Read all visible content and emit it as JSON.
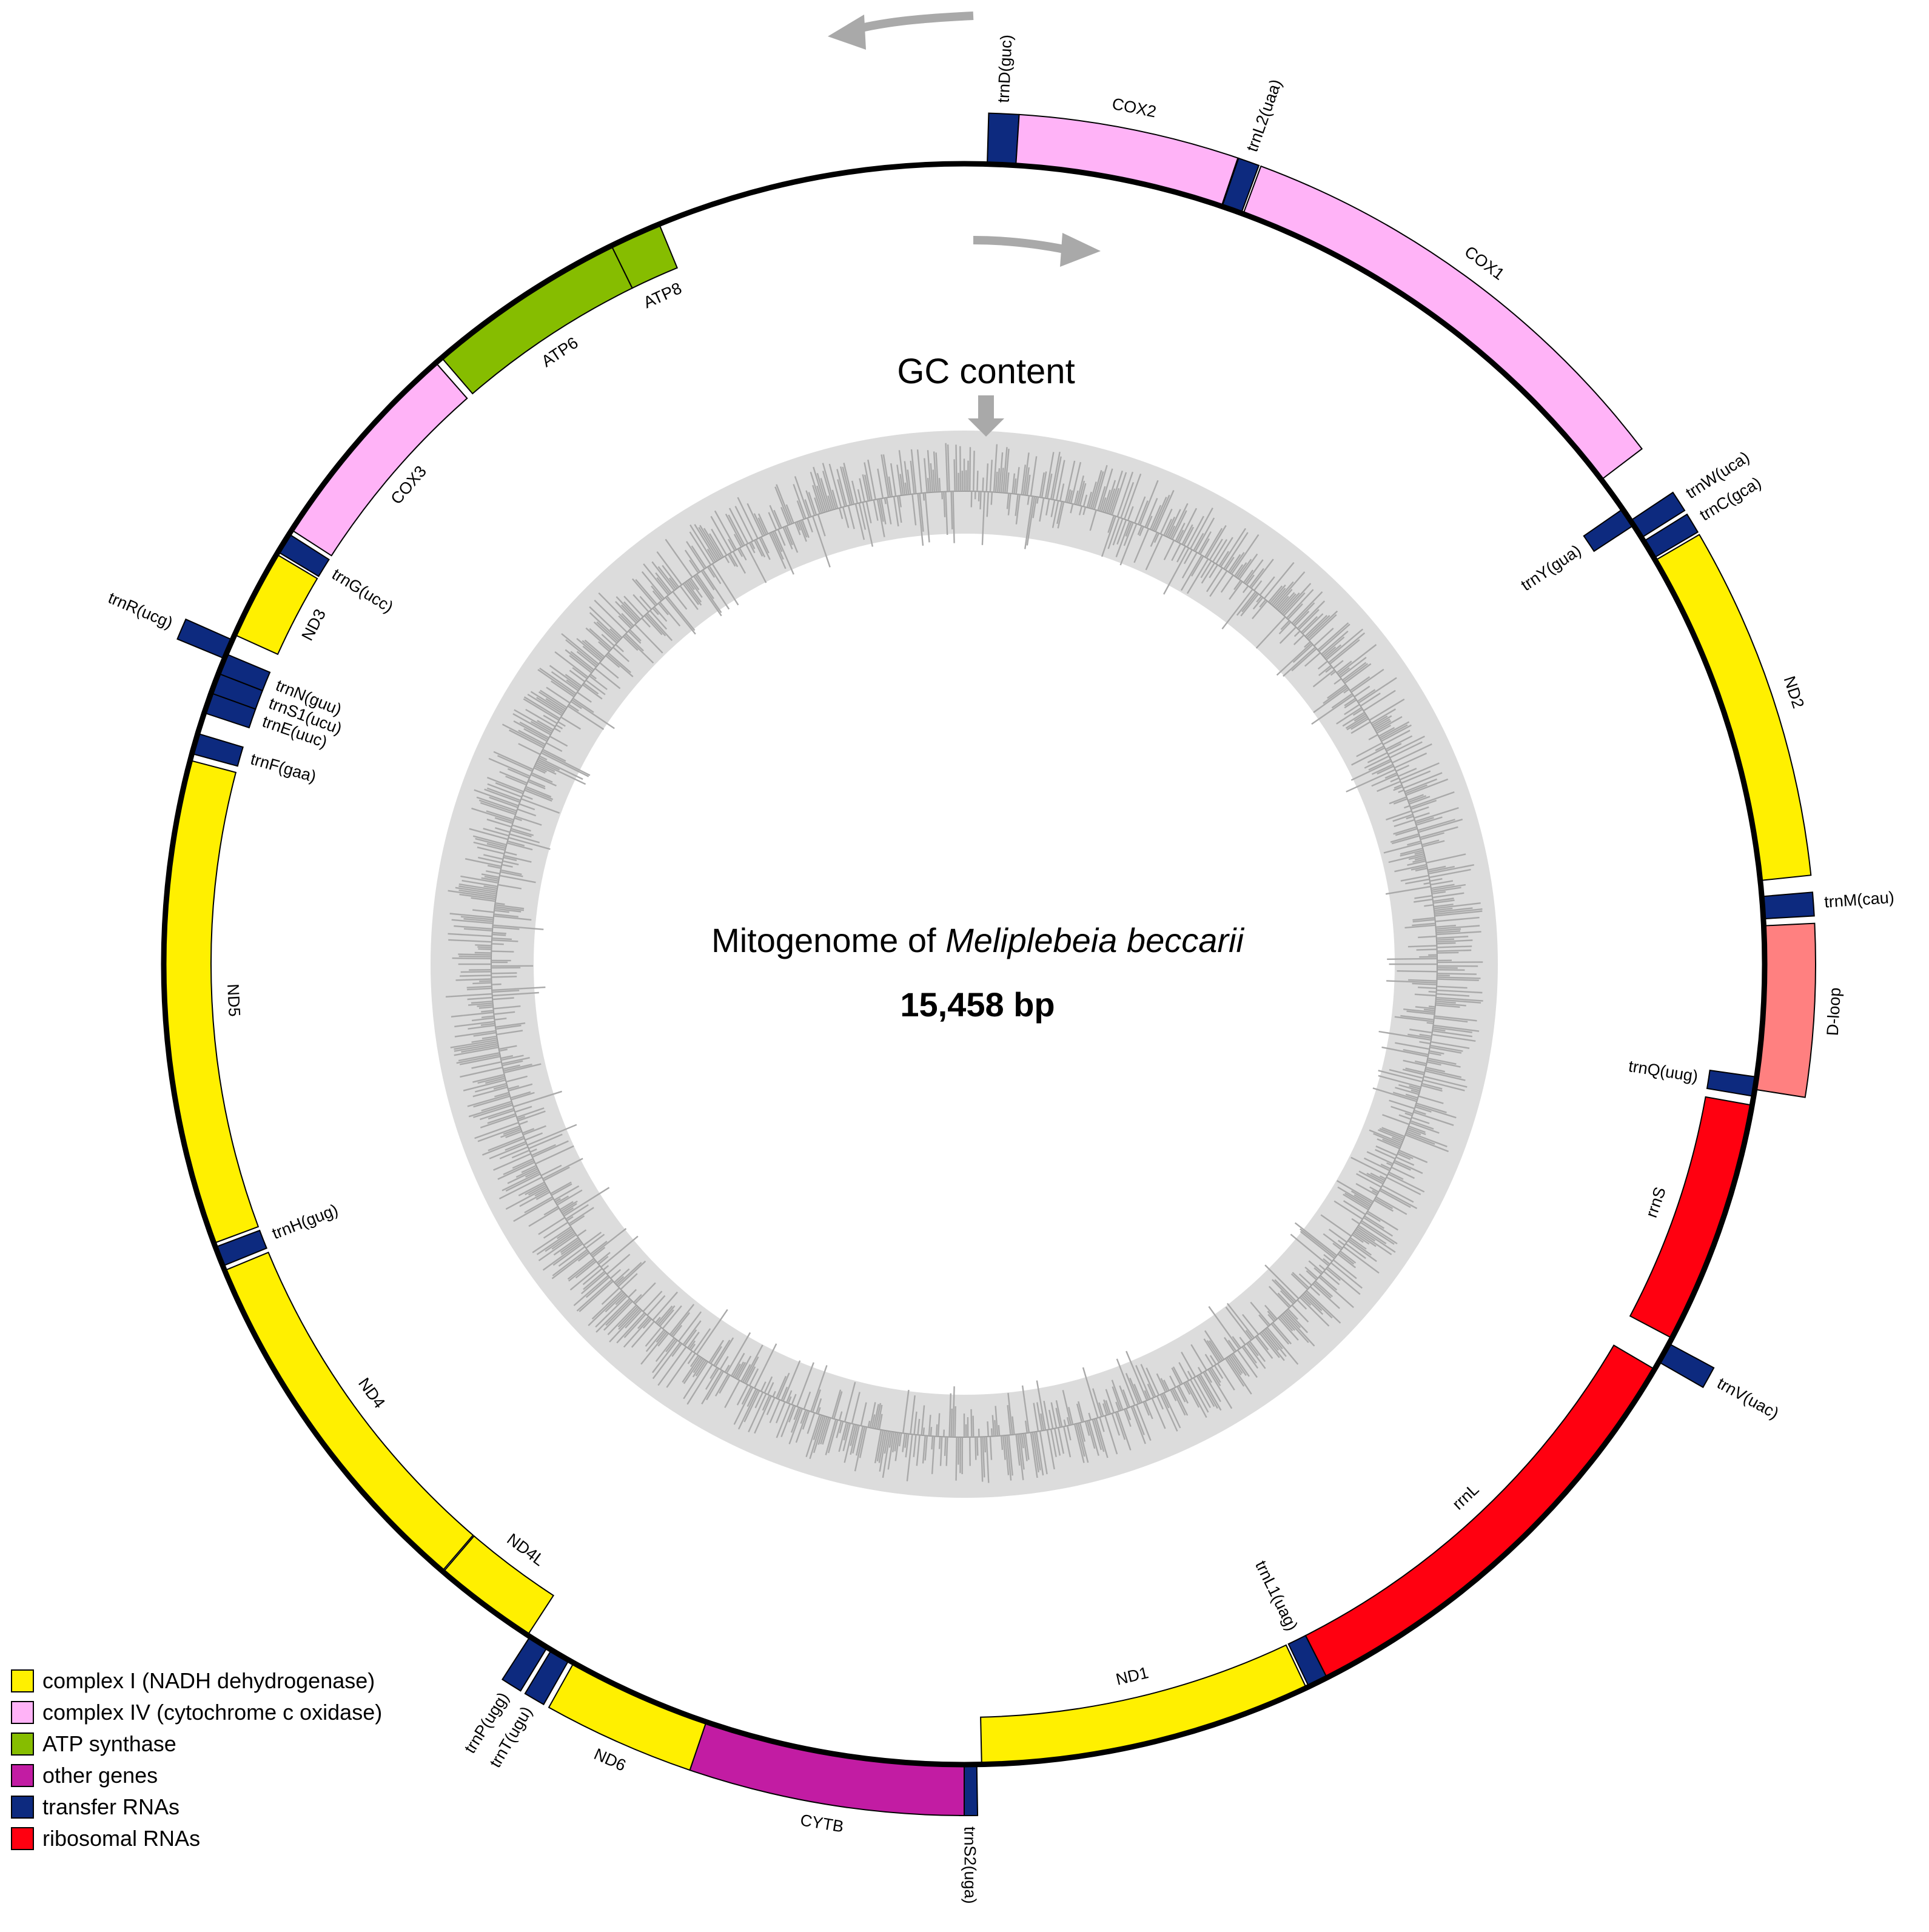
{
  "title": {
    "prefix": "Mitogenome of ",
    "species": "Meliplebeia beccarii",
    "size": "15,458 bp"
  },
  "gc_label": "GC content",
  "colors": {
    "complex_I": "#fff000",
    "complex_IV": "#ffb3f7",
    "atp": "#86bd00",
    "other": "#c21ca3",
    "trna": "#0d2a7f",
    "rrna": "#ff0010",
    "dloop": "#ff8080",
    "gc_ring": "#dcdcdc",
    "gc_line": "#a9a9a9",
    "arrow": "#a9a9a9"
  },
  "legend": [
    {
      "key": "complex_I",
      "label": "complex I (NADH dehydrogenase)"
    },
    {
      "key": "complex_IV",
      "label": "complex IV (cytochrome c oxidase)"
    },
    {
      "key": "atp",
      "label": "ATP synthase"
    },
    {
      "key": "other",
      "label": "other genes"
    },
    {
      "key": "trna",
      "label": "transfer RNAs"
    },
    {
      "key": "rrna",
      "label": "ribosomal RNAs"
    }
  ],
  "genes": [
    {
      "name": "trnD(guc)",
      "start": 3.3,
      "end": 7.4,
      "strand": "out",
      "type": "trna"
    },
    {
      "name": "COX2",
      "start": 7.4,
      "end": 37.5,
      "strand": "out",
      "type": "complex_IV"
    },
    {
      "name": "trnL2(uaa)",
      "start": 37.6,
      "end": 40.5,
      "strand": "out",
      "type": "trna"
    },
    {
      "name": "COX1",
      "start": 40.8,
      "end": 105.5,
      "strand": "out",
      "type": "complex_IV"
    },
    {
      "name": "trnY(gua)",
      "start": 110.7,
      "end": 113.5,
      "strand": "in",
      "type": "trna"
    },
    {
      "name": "trnW(uca)",
      "start": 112.7,
      "end": 115.6,
      "strand": "out",
      "type": "trna"
    },
    {
      "name": "trnC(gca)",
      "start": 116.2,
      "end": 119.0,
      "strand": "out",
      "type": "trna"
    },
    {
      "name": "ND2",
      "start": 119.4,
      "end": 168.0,
      "strand": "out",
      "type": "complex_I"
    },
    {
      "name": "trnM(cau)",
      "start": 170.3,
      "end": 173.5,
      "strand": "out",
      "type": "trna"
    },
    {
      "name": "D-loop",
      "start": 174.5,
      "end": 198.0,
      "strand": "out",
      "type": "dloop"
    },
    {
      "name": "trnQ(uug)",
      "start": 196.2,
      "end": 199.0,
      "strand": "in",
      "type": "trna"
    },
    {
      "name": "rrnS",
      "start": 200.3,
      "end": 235.7,
      "strand": "in",
      "type": "rrna"
    },
    {
      "name": "trnV(uac)",
      "start": 236.6,
      "end": 239.6,
      "strand": "out",
      "type": "trna"
    },
    {
      "name": "rrnL",
      "start": 240.8,
      "end": 306.1,
      "strand": "in",
      "type": "rrna"
    },
    {
      "name": "trnL1(uag)",
      "start": 306.1,
      "end": 309.0,
      "strand": "in",
      "type": "trna"
    },
    {
      "name": "ND1",
      "start": 309.4,
      "end": 357.5,
      "strand": "in",
      "type": "complex_I"
    },
    {
      "name": "trnS2(uga)",
      "start": 358.2,
      "end": 360.6,
      "strand": "out",
      "type": "trna"
    },
    {
      "name": "CYTB",
      "start": 360.0,
      "end": 397.6,
      "strand": "out",
      "type": "other"
    },
    {
      "name": "ND6",
      "start": 397.6,
      "end": 418.4,
      "strand": "out",
      "type": "complex_I"
    },
    {
      "name": "trnT(ugu)",
      "start": 419.2,
      "end": 422.1,
      "strand": "out",
      "type": "trna"
    },
    {
      "name": "trnP(ugg)",
      "start": 422.8,
      "end": 425.7,
      "strand": "out",
      "type": "trna"
    },
    {
      "name": "ND4L",
      "start": 426.1,
      "end": 441.2,
      "strand": "in",
      "type": "complex_I"
    },
    {
      "name": "ND4",
      "start": 441.4,
      "end": 495.0,
      "strand": "in",
      "type": "complex_I"
    },
    {
      "name": "trnH(gug)",
      "start": 495.7,
      "end": 498.6,
      "strand": "in",
      "type": "trna"
    },
    {
      "name": "ND5",
      "start": 499.2,
      "end": 569.5,
      "strand": "in",
      "type": "complex_I"
    },
    {
      "name": "trnF(gaa)",
      "start": 570.5,
      "end": 573.5,
      "strand": "in",
      "type": "trna"
    },
    {
      "name": "trnE(uuc)",
      "start": 576.6,
      "end": 579.6,
      "strand": "in",
      "type": "trna"
    },
    {
      "name": "trnS1(ucu)",
      "start": 579.6,
      "end": 582.6,
      "strand": "in",
      "type": "trna"
    },
    {
      "name": "trnN(guu)",
      "start": 582.6,
      "end": 585.6,
      "strand": "in",
      "type": "trna"
    },
    {
      "name": "trnR(ucg)",
      "start": 584.9,
      "end": 587.8,
      "strand": "out",
      "type": "trna"
    },
    {
      "name": "ND3",
      "start": 588.6,
      "end": 601.6,
      "strand": "in",
      "type": "complex_I"
    },
    {
      "name": "trnG(ucc)",
      "start": 602.0,
      "end": 605.0,
      "strand": "in",
      "type": "trna"
    },
    {
      "name": "COX3",
      "start": 605.7,
      "end": 637.4,
      "strand": "in",
      "type": "complex_IV"
    },
    {
      "name": "ATP6",
      "start": 638.5,
      "end": 667.7,
      "strand": "in",
      "type": "atp"
    },
    {
      "name": "ATP8",
      "start": 667.7,
      "end": 675.2,
      "strand": "in",
      "type": "atp"
    }
  ]
}
